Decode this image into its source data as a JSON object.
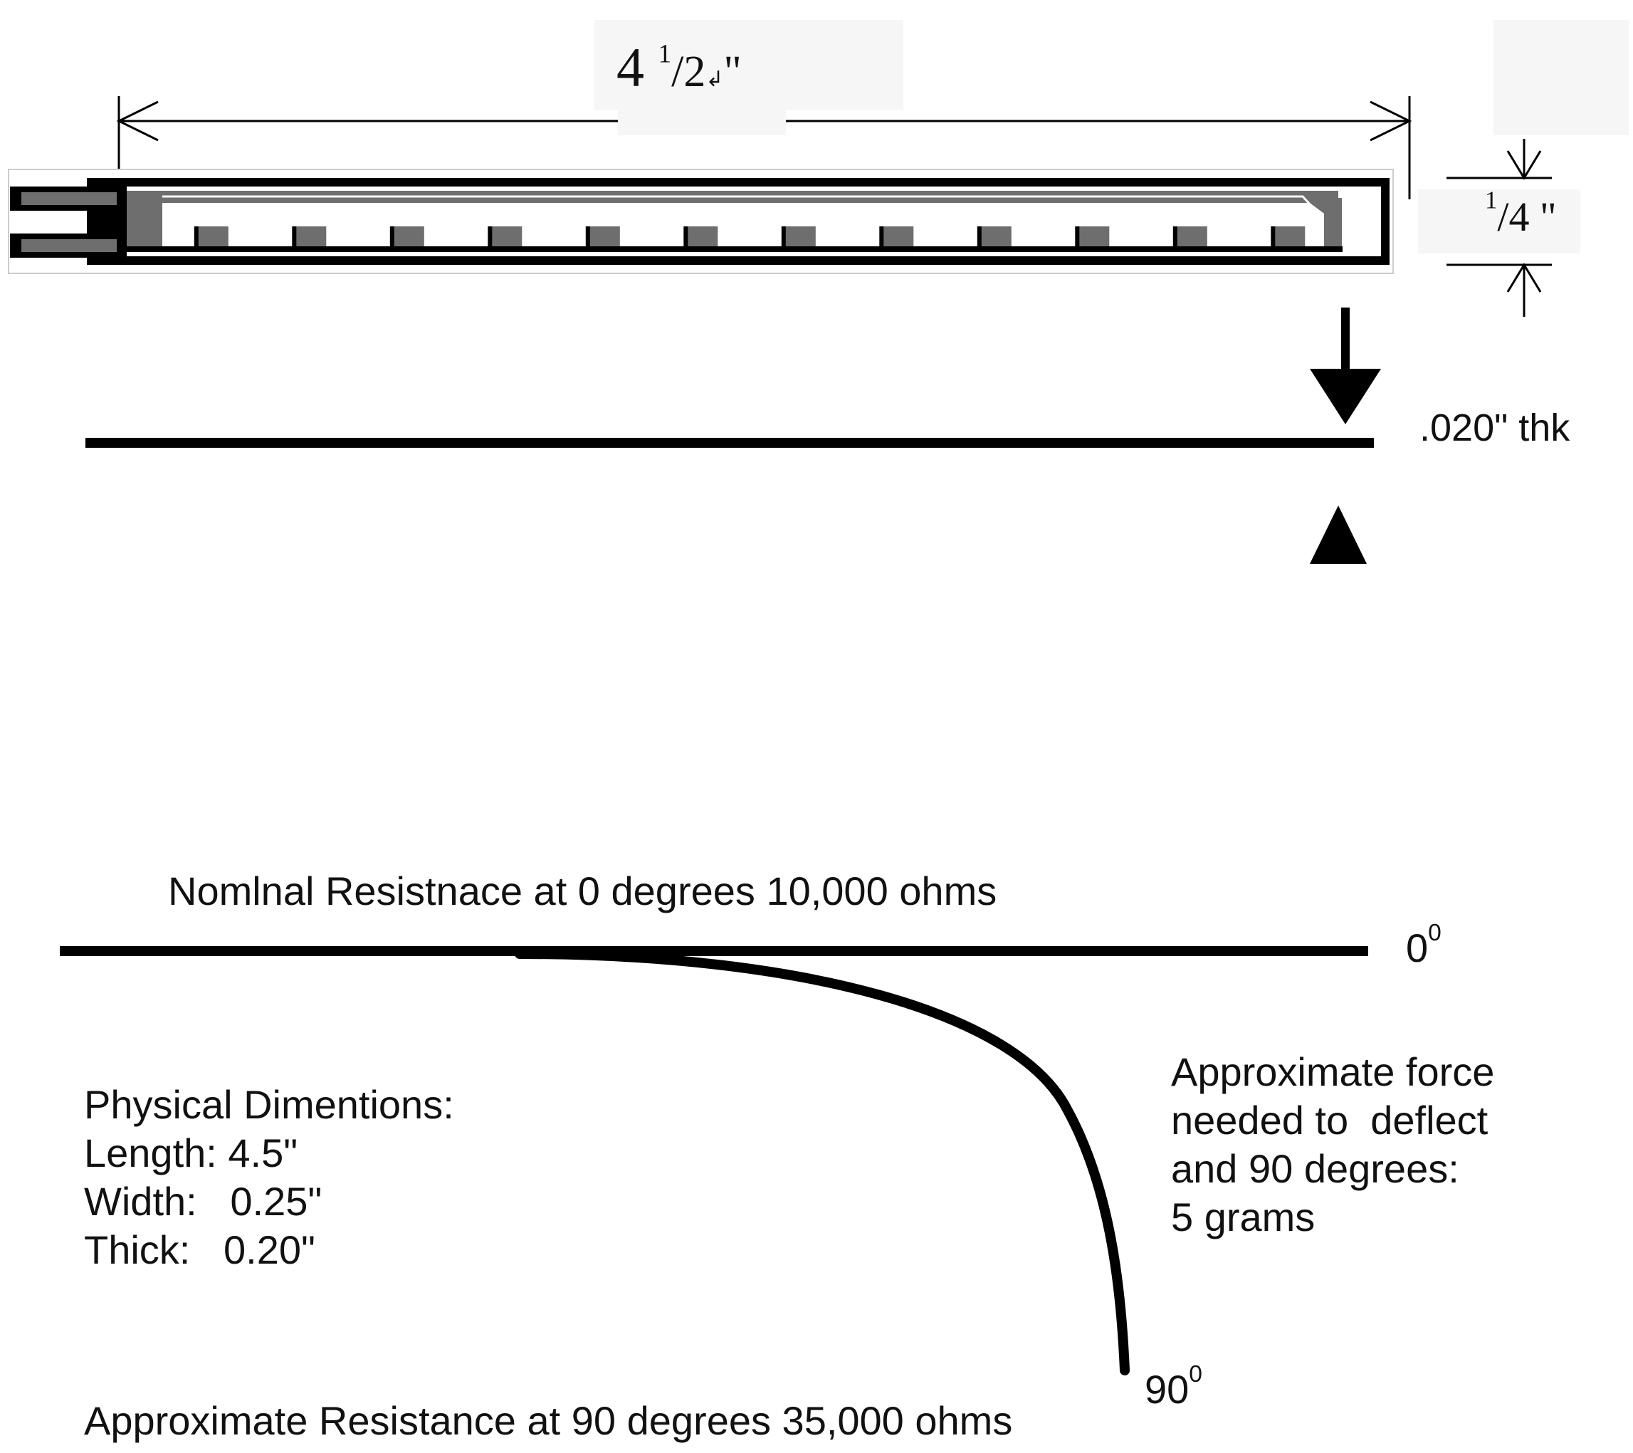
{
  "sensor_drawing": {
    "length_dim": {
      "whole": "4",
      "num": "1",
      "slash": "/",
      "den": "2",
      "unit": "\"",
      "stray": "↲"
    },
    "width_dim": {
      "num": "1",
      "slash": "/",
      "den": "4",
      "unit": "\""
    },
    "thickness_label": ".020\" thk",
    "segment_count": 12,
    "colors": {
      "ink": "#000000",
      "trace": "#6e6e6e",
      "background": "#ffffff"
    }
  },
  "bend_diagram": {
    "nominal_label": "Nomlnal Resistnace at 0 degrees 10,000 ohms",
    "angle_0": {
      "value": "0",
      "sup": "0"
    },
    "angle_90": {
      "value": "90",
      "sup": "0"
    },
    "bent_label": "Approximate Resistance at 90 degrees 35,000 ohms"
  },
  "physical_dimensions": {
    "heading": "Physical Dimentions:",
    "length": "Length: 4.5\"",
    "width": "Width:   0.25\"",
    "thick": "Thick:   0.20\""
  },
  "force_note": {
    "lines": [
      "Approximate force",
      "needed to  deflect",
      "and 90 degrees:",
      "5 grams"
    ]
  }
}
